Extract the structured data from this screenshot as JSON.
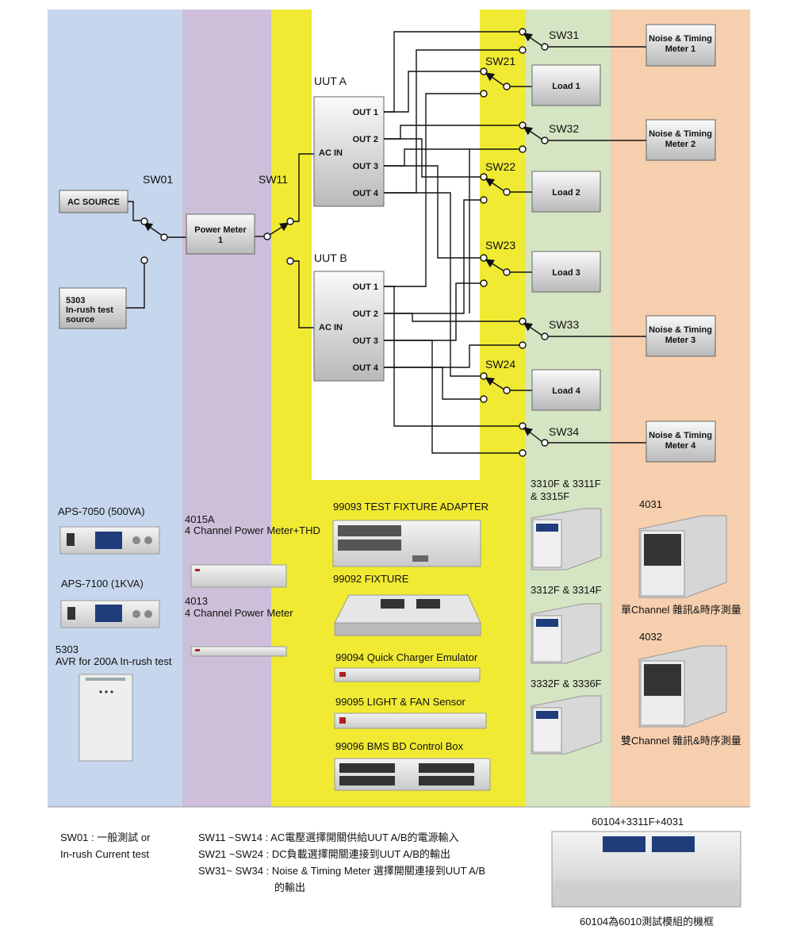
{
  "switches": {
    "sw01": "SW01",
    "sw11": "SW11",
    "sw21": "SW21",
    "sw22": "SW22",
    "sw23": "SW23",
    "sw24": "SW24",
    "sw31": "SW31",
    "sw32": "SW32",
    "sw33": "SW33",
    "sw34": "SW34"
  },
  "blocks": {
    "ac_source": "AC SOURCE",
    "inrush_source": [
      "5303",
      "In-rush test",
      "source"
    ],
    "power_meter": [
      "Power Meter",
      "1"
    ],
    "uut_a": "UUT A",
    "uut_b": "UUT B",
    "ac_in": "AC IN",
    "outs": [
      "OUT 1",
      "OUT 2",
      "OUT 3",
      "OUT 4"
    ],
    "loads": [
      "Load 1",
      "Load 2",
      "Load 3",
      "Load 4"
    ],
    "noise_meters": [
      [
        "Noise & Timing",
        "Meter 1"
      ],
      [
        "Noise & Timing",
        "Meter 2"
      ],
      [
        "Noise & Timing",
        "Meter 3"
      ],
      [
        "Noise & Timing",
        "Meter 4"
      ]
    ]
  },
  "products": {
    "aps7050": "APS-7050 (500VA)",
    "aps7100": "APS-7100 (1KVA)",
    "avr5303": [
      "5303",
      "AVR for 200A In-rush test"
    ],
    "pm4015a": [
      "4015A",
      "4 Channel Power Meter+THD"
    ],
    "pm4013": [
      "4013",
      "4 Channel Power Meter"
    ],
    "f99093": "99093 TEST FIXTURE ADAPTER",
    "f99092": "99092 FIXTURE",
    "f99094": "99094 Quick Charger Emulator",
    "f99095": "99095 LIGHT & FAN Sensor",
    "f99096": "99096 BMS BD Control Box",
    "load3310": [
      "3310F & 3311F",
      "& 3315F"
    ],
    "load3312": "3312F & 3314F",
    "load3332": "3332F & 3336F",
    "m4031": "4031",
    "m4031_desc": "單Channel 雜訊&時序測量",
    "m4032": "4032",
    "m4032_desc": "雙Channel 雜訊&時序測量",
    "frame_title": "60104+3311F+4031",
    "frame_caption": "60104為6010測試模組的機框"
  },
  "notes": {
    "sw01": [
      "SW01 : 一般測試 or",
      "In-rush Current test"
    ],
    "sw11": "SW11 ~SW14 : AC電壓選擇開關供給UUT A/B的電源輸入",
    "sw21": "SW21 ~SW24 : DC負載選擇開關連接到UUT A/B的輸出",
    "sw31": [
      "SW31~ SW34 : Noise & Timing Meter 選擇開關連接到UUT A/B",
      "的輸出"
    ]
  },
  "colors": {
    "col_blue": "#c6d6ec",
    "col_purple": "#cdbfd9",
    "col_yellow": "#f0ea33",
    "col_green": "#d5e4c3",
    "col_orange": "#f6cfaf"
  },
  "icons": [
    "switch-arrow-icon",
    "connection-node-icon"
  ]
}
